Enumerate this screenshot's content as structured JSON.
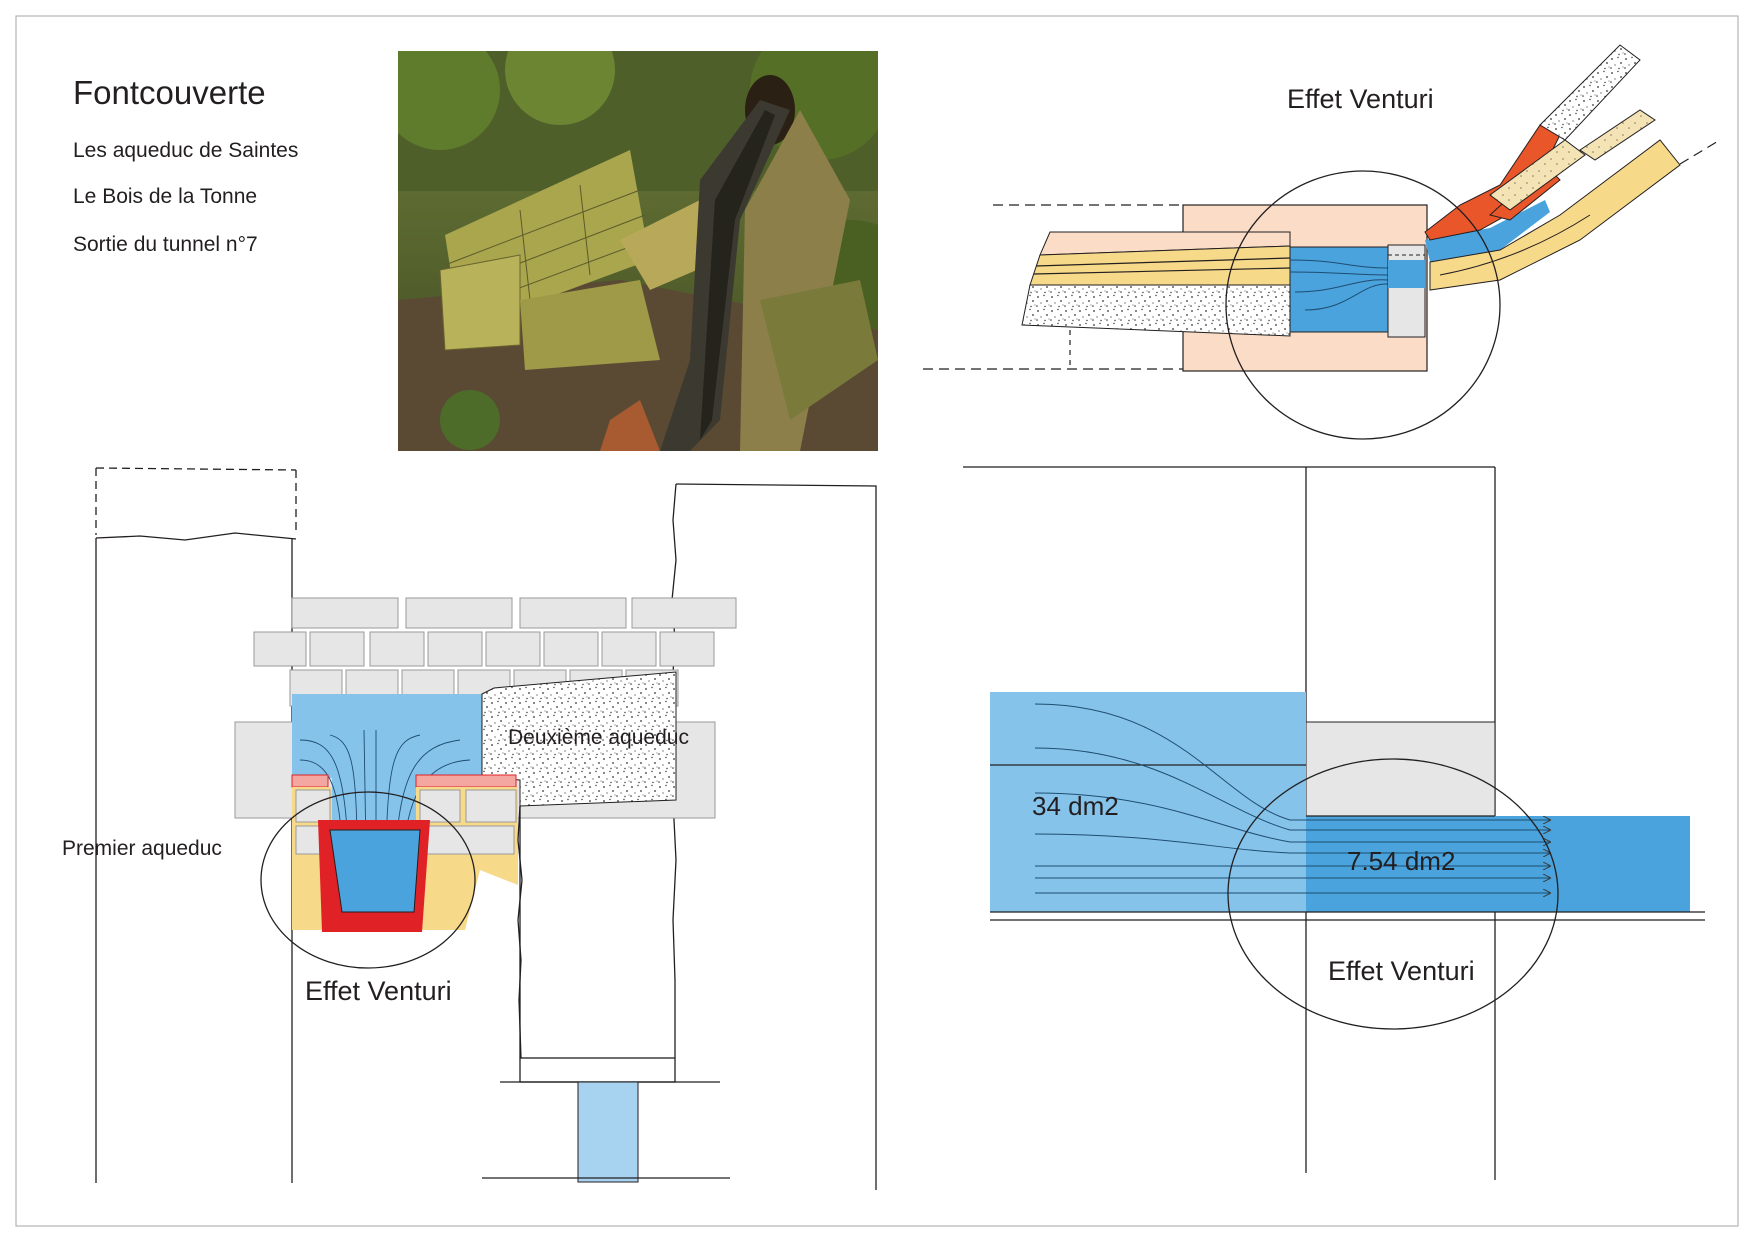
{
  "header": {
    "title": "Fontcouverte",
    "subtitle_1": "Les aqueduc de Saintes",
    "subtitle_2": "Le Bois de la Tonne",
    "subtitle_3": "Sortie du tunnel n°7"
  },
  "photo": {
    "description_icon": "photo-aqueduct-tunnel-exit"
  },
  "plan_top_right": {
    "label": "Effet Venturi"
  },
  "section_bottom_left": {
    "label_first": "Premier aqueduc",
    "label_second": "Deuxième aqueduc",
    "label_effect": "Effet Venturi"
  },
  "flow_detail": {
    "label_large_area": "34 dm2",
    "label_small_area": "7.54 dm2",
    "label_effect": "Effet Venturi"
  },
  "colors": {
    "water_light": "#85c3eb",
    "water_dark": "#4aa3dd",
    "sand": "#f7d98a",
    "terracotta": "#e8562a",
    "red_mortar": "#e02226",
    "peach": "#fbdcc6",
    "stone_grey": "#e6e6e6"
  }
}
